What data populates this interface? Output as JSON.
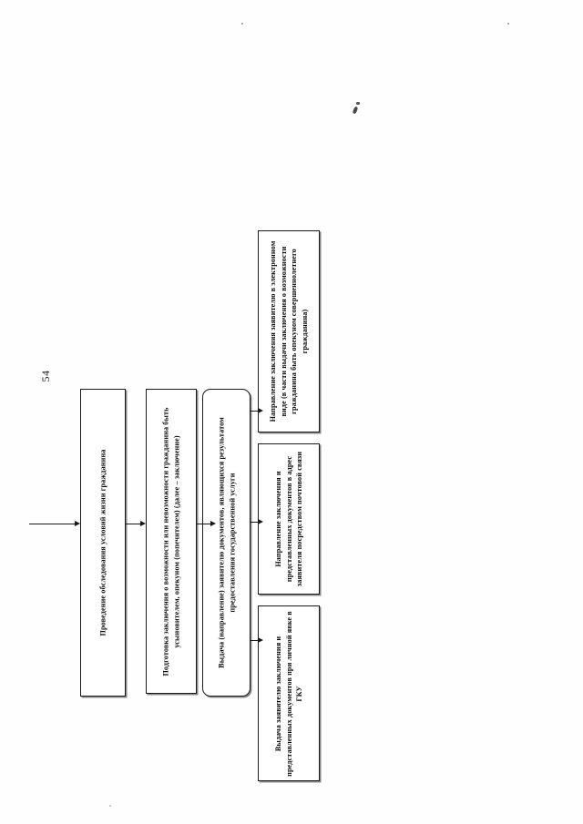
{
  "page": {
    "number": "54",
    "orientation": "landscape-rotated-90",
    "language": "ru"
  },
  "diagram": {
    "type": "flowchart",
    "title": "",
    "nodes": [
      {
        "id": "survey",
        "shape": "rectangle",
        "text": "Проведение обследования условий жизни гражданина"
      },
      {
        "id": "conclusion",
        "shape": "rectangle",
        "text": "Подготовка заключения о возможности или невозможности гражданина быть усыновителем, опекуном (попечителем) (далее – заключение)"
      },
      {
        "id": "issue",
        "shape": "rounded-rectangle",
        "text": "Выдача (направление) заявителю документов, являющихся результатом предоставления государственной услуги"
      },
      {
        "id": "electronic",
        "shape": "rectangle",
        "text": "Направление заключения заявителю в электронном виде (в части выдачи заключения о возможности гражданина быть опекуном совершеннолетнего гражданина)"
      },
      {
        "id": "postal",
        "shape": "rectangle",
        "text": "Направление заключения и представленных документов в адрес заявителя посредством почтовой связи"
      },
      {
        "id": "inperson",
        "shape": "rectangle",
        "text": "Выдача заявителю заключения и представленных документов при личной явке в ГКУ"
      }
    ],
    "edges": [
      {
        "id": "entry",
        "from": "",
        "to": "survey",
        "label": ""
      },
      {
        "id": "e1",
        "from": "survey",
        "to": "conclusion",
        "label": ""
      },
      {
        "id": "e2",
        "from": "conclusion",
        "to": "issue",
        "label": ""
      },
      {
        "id": "e3",
        "from": "issue",
        "to": "electronic",
        "label": ""
      },
      {
        "id": "e4",
        "from": "issue",
        "to": "postal",
        "label": ""
      },
      {
        "id": "e5",
        "from": "issue",
        "to": "inperson",
        "label": ""
      }
    ]
  },
  "colors": {
    "ink": "#1a1a1a",
    "paper": "#ffffff",
    "shadow": "#4a4a4a"
  }
}
